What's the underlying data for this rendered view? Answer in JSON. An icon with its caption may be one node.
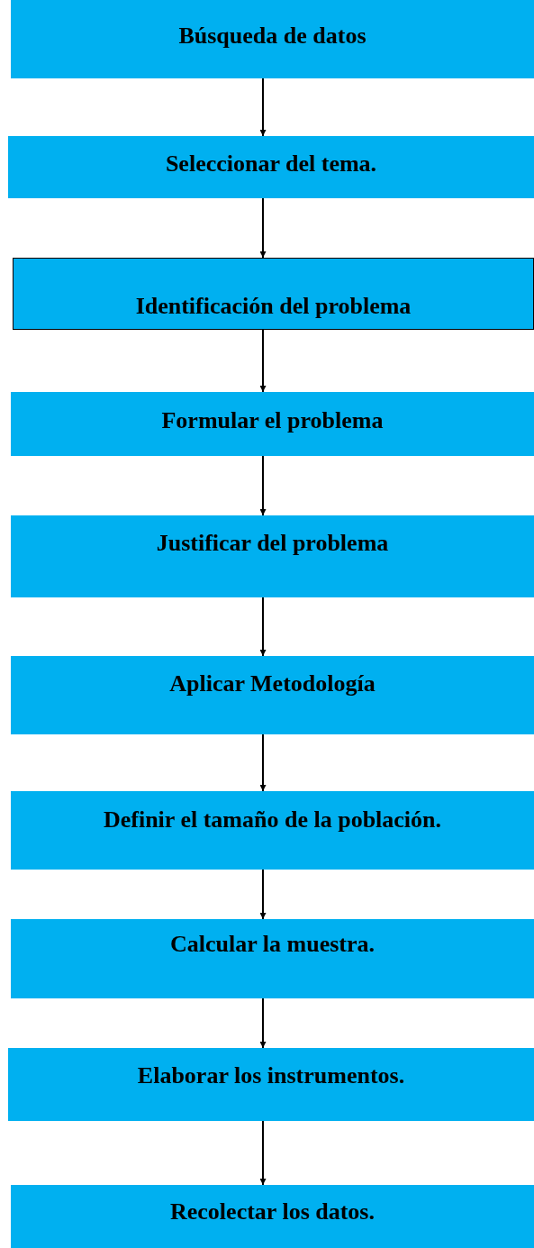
{
  "diagram": {
    "nodes": [
      {
        "text": [
          "Búsqueda de datos"
        ]
      },
      {
        "text": [
          "Seleccionar del tema."
        ]
      },
      {
        "text": [
          "Identificación del problema"
        ]
      },
      {
        "text": [
          "Formular el problema"
        ]
      },
      {
        "text": [
          "Justificar del problema"
        ]
      },
      {
        "text": [
          "Aplicar Metodología"
        ]
      },
      {
        "text": [
          "Definir el tamaño de la población."
        ]
      },
      {
        "text": [
          "Calcular la muestra."
        ]
      },
      {
        "text": [
          "Elaborar los instrumentos."
        ]
      },
      {
        "text": [
          "Recolectar los datos."
        ]
      }
    ],
    "edges": [
      {
        "from": 0,
        "to": 1,
        "arrow": "to"
      },
      {
        "from": 1,
        "to": 2,
        "arrow": "to"
      },
      {
        "from": 2,
        "to": 3,
        "arrow": "to"
      },
      {
        "from": 3,
        "to": 4,
        "arrow": "to"
      },
      {
        "from": 4,
        "to": 5,
        "arrow": "to"
      },
      {
        "from": 5,
        "to": 6,
        "arrow": "to"
      },
      {
        "from": 6,
        "to": 7,
        "arrow": "to"
      },
      {
        "from": 7,
        "to": 8,
        "arrow": "to"
      },
      {
        "from": 8,
        "to": 9,
        "arrow": "to"
      }
    ]
  }
}
